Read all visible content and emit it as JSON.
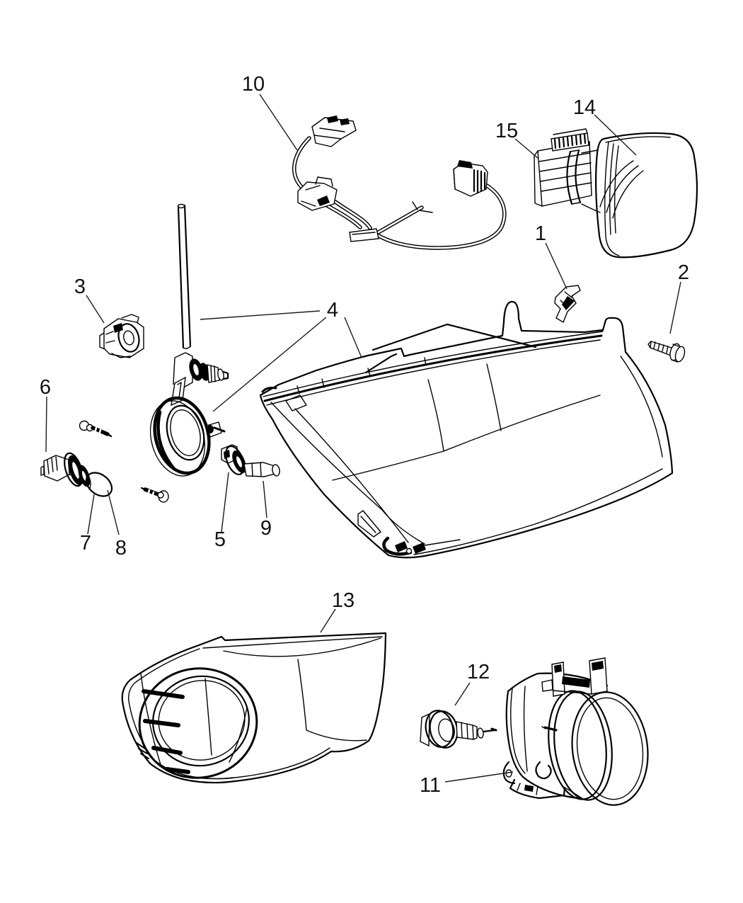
{
  "diagram": {
    "colors": {
      "background": "#ffffff",
      "line": "#000000",
      "label": "#111111"
    },
    "callouts": [
      {
        "label": "1"
      },
      {
        "label": "2"
      },
      {
        "label": "3"
      },
      {
        "label": "4"
      },
      {
        "label": "5"
      },
      {
        "label": "6"
      },
      {
        "label": "7"
      },
      {
        "label": "8"
      },
      {
        "label": "9"
      },
      {
        "label": "10"
      },
      {
        "label": "11"
      },
      {
        "label": "12"
      },
      {
        "label": "13"
      },
      {
        "label": "14"
      },
      {
        "label": "15"
      }
    ]
  }
}
